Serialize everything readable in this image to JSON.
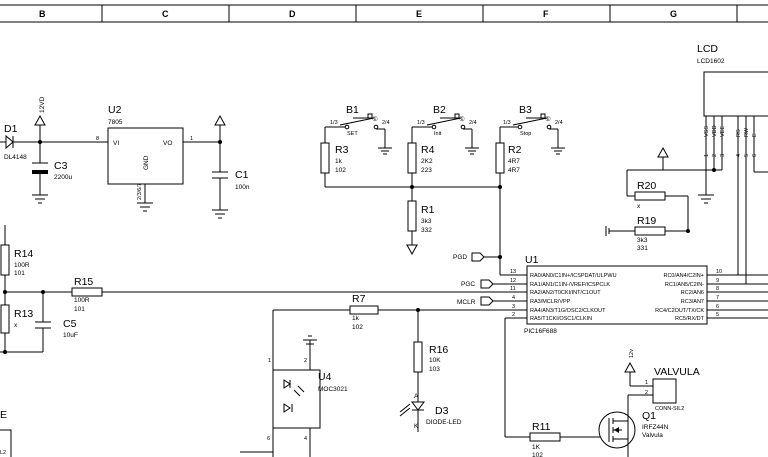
{
  "grid": {
    "columns": [
      "B",
      "C",
      "D",
      "E",
      "F",
      "G"
    ]
  },
  "components": {
    "d1": {
      "name": "D1",
      "value": "DL4148"
    },
    "v12": {
      "label": "12VD"
    },
    "u2": {
      "name": "U2",
      "value": "7805",
      "pin_vi": "VI",
      "pin_vo": "VO",
      "pin_gnd": "GND",
      "pin_in_no": "8",
      "pin_out_no": "1",
      "pin_gnd_no": "2/3/6/7"
    },
    "c3": {
      "name": "C3",
      "value": "2200u"
    },
    "c1": {
      "name": "C1",
      "value": "100n"
    },
    "b1": {
      "name": "B1",
      "func": "SET",
      "p13": "1/3",
      "p24": "2/4",
      "mark": "①"
    },
    "b2": {
      "name": "B2",
      "func": "Init",
      "p13": "1/3",
      "p24": "2/4",
      "mark": "①"
    },
    "b3": {
      "name": "B3",
      "func": "Stop",
      "p13": "1/3",
      "p24": "2/4",
      "mark": "①"
    },
    "r3": {
      "name": "R3",
      "v1": "1k",
      "v2": "102"
    },
    "r4": {
      "name": "R4",
      "v1": "2K2",
      "v2": "223"
    },
    "r2": {
      "name": "R2",
      "v1": "4R7",
      "v2": "4R7"
    },
    "r1": {
      "name": "R1",
      "v1": "3k3",
      "v2": "332"
    },
    "r14": {
      "name": "R14",
      "v1": "100R",
      "v2": "101"
    },
    "r13": {
      "name": "R13",
      "v1": "x"
    },
    "r15": {
      "name": "R15",
      "v1": "100R",
      "v2": "101"
    },
    "c5": {
      "name": "C5",
      "value": "10uF"
    },
    "r7": {
      "name": "R7",
      "v1": "1k",
      "v2": "102"
    },
    "r16": {
      "name": "R16",
      "v1": "10K",
      "v2": "103"
    },
    "d3": {
      "name": "D3",
      "value": "DIODE-LED",
      "pin_a": "A",
      "pin_k": "K"
    },
    "u4": {
      "name": "U4",
      "value": "MOC3021",
      "pin1": "1",
      "pin2": "2",
      "pin6": "6",
      "pin4": "4"
    },
    "r11": {
      "name": "R11",
      "v1": "1K",
      "v2": "102"
    },
    "q1": {
      "name": "Q1",
      "v1": "IRFZ44N",
      "v2": "Valvula"
    },
    "valv": {
      "name": "VALVULA",
      "value": "CONN-SIL2",
      "p1": "1",
      "p2": "2",
      "supply": "12v"
    },
    "r20": {
      "name": "R20",
      "v1": "x"
    },
    "r19": {
      "name": "R19",
      "v1": "3k3",
      "v2": "331"
    },
    "lcd": {
      "name": "LCD",
      "value": "LCD1602",
      "pins": [
        "VSS",
        "VDD",
        "VEE",
        "RS",
        "RW",
        "E"
      ],
      "pin_nos": [
        "1",
        "2",
        "3",
        "4",
        "5",
        "6"
      ]
    },
    "u1": {
      "name": "U1",
      "value": "PIC16F688",
      "left": [
        {
          "no": "13",
          "label": "RA0/AN0/C1IN+/ICSPDAT/ULPWU"
        },
        {
          "no": "12",
          "label": "RA1/AN1/C1IN-/VREF/ICSPCLK"
        },
        {
          "no": "11",
          "label": "RA2/AN2/T0CKI/INT/C1OUT"
        },
        {
          "no": "4",
          "label": "RA3/MCLR/VPP"
        },
        {
          "no": "3",
          "label": "RA4/AN3/T1G/OSC2/CLKOUT"
        },
        {
          "no": "2",
          "label": "RA5/T1CKI/OSC1/CLKIN"
        }
      ],
      "right": [
        {
          "no": "10",
          "label": "RC0/AN4/C2IN+"
        },
        {
          "no": "9",
          "label": "RC1/AN5/C2IN-"
        },
        {
          "no": "8",
          "label": "RC2/AN6"
        },
        {
          "no": "7",
          "label": "RC3/AN7"
        },
        {
          "no": "6",
          "label": "RC4/C2OUT/TX/CK"
        },
        {
          "no": "5",
          "label": "RC5/RX/DT"
        }
      ]
    },
    "nets": {
      "pgd": "PGD",
      "pgc": "PGC",
      "mclr": "MCLR"
    },
    "edge": {
      "e": "E",
      "l2": "L2"
    }
  }
}
